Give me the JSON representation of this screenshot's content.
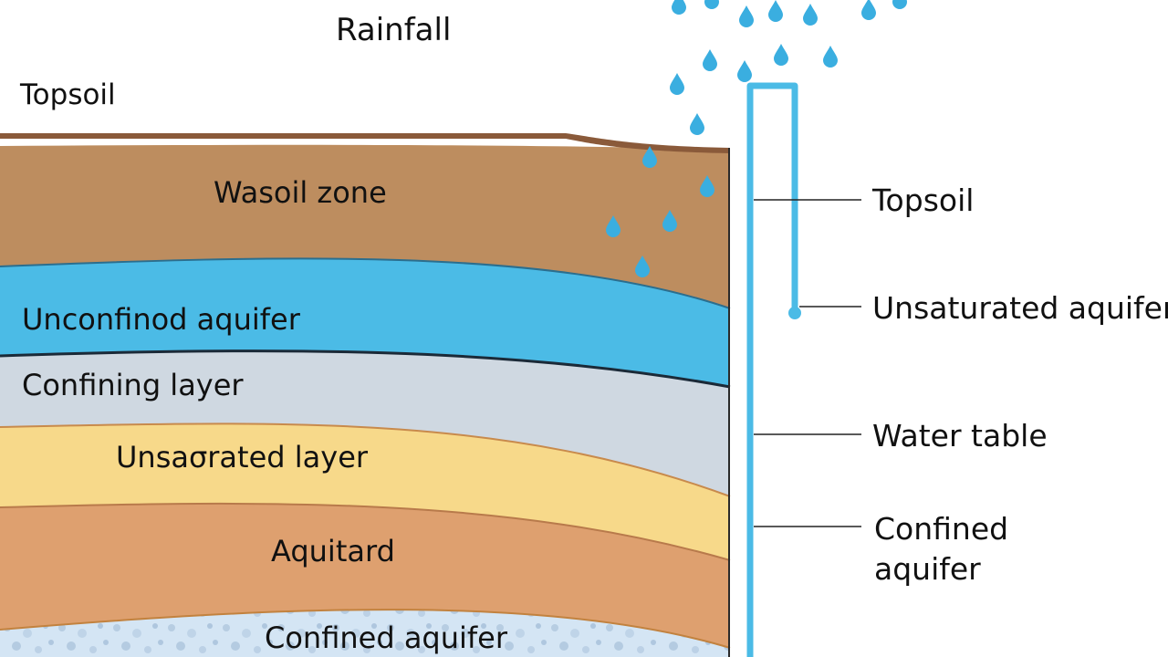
{
  "diagram": {
    "title": "Rainfall",
    "surface_label": "Topsoil",
    "layers": [
      {
        "id": "wasoil",
        "label": "Wasoil zone",
        "color": "#bd8d5f"
      },
      {
        "id": "unconfined",
        "label": "Unconfinod aquifer",
        "color": "#4bbbe6"
      },
      {
        "id": "confining",
        "label": "Confining layer",
        "color": "#cfd8e1"
      },
      {
        "id": "unsaturated",
        "label": "Unsaσrated layer",
        "color": "#f7d98a"
      },
      {
        "id": "aquitard",
        "label": "Aquitard",
        "color": "#dea06f"
      },
      {
        "id": "confined",
        "label": "Confined aquifer",
        "color": "#cfe2f3"
      }
    ],
    "callouts": [
      {
        "id": "topsoil",
        "label": "Topsoil"
      },
      {
        "id": "unsaturated-aquifer",
        "label": "Unsaturated aquifer"
      },
      {
        "id": "water-table",
        "label": "Water table"
      },
      {
        "id": "confined-aquifer",
        "label": "Confined\naquifer"
      }
    ],
    "colors": {
      "rain": "#3aaee0",
      "well": "#4bbbe6",
      "topsoil_crust": "#8a5a3a",
      "leader_line": "#222222"
    },
    "icons": [
      "raindrop-icon",
      "well-pipe"
    ]
  }
}
